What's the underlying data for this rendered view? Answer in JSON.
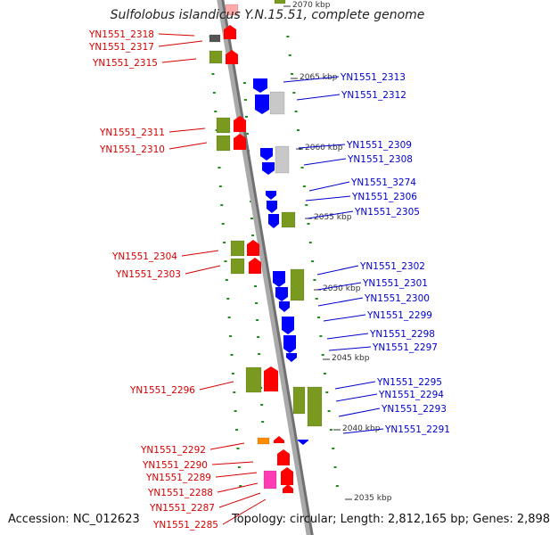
{
  "title": "Sulfolobus islandicus Y.N.15.51, complete genome",
  "accession": "Accession: NC_012623",
  "summary": "Topology: circular; Length: 2,812,165 bp; Genes: 2,898",
  "colors": {
    "axis": "#a9a9a9",
    "ticks": "#1e8c1e",
    "left_labels": "#d40000",
    "right_labels": "#0000cc",
    "cds": "#7a9a1f",
    "strand_minus": "#ff0000",
    "strand_plus": "#0000ff",
    "pseudo": "#c8c8c8",
    "rna": "#ff8c00",
    "misc": "#ff3cb4"
  },
  "scale_labels": [
    "2070 kbp",
    "2065 kbp",
    "2060 kbp",
    "2055 kbp",
    "2050 kbp",
    "2045 kbp",
    "2040 kbp",
    "2035 kbp"
  ],
  "left_genes": [
    "YN1551_2318",
    "YN1551_2317",
    "YN1551_2315",
    "YN1551_2311",
    "YN1551_2310",
    "YN1551_2304",
    "YN1551_2303",
    "YN1551_2296",
    "YN1551_2292",
    "YN1551_2290",
    "YN1551_2289",
    "YN1551_2288",
    "YN1551_2287",
    "YN1551_2285"
  ],
  "right_genes": [
    "YN1551_2313",
    "YN1551_2312",
    "YN1551_2309",
    "YN1551_2308",
    "YN1551_3274",
    "YN1551_2306",
    "YN1551_2305",
    "YN1551_2302",
    "YN1551_2301",
    "YN1551_2300",
    "YN1551_2299",
    "YN1551_2298",
    "YN1551_2297",
    "YN1551_2295",
    "YN1551_2294",
    "YN1551_2293",
    "YN1551_2291"
  ]
}
